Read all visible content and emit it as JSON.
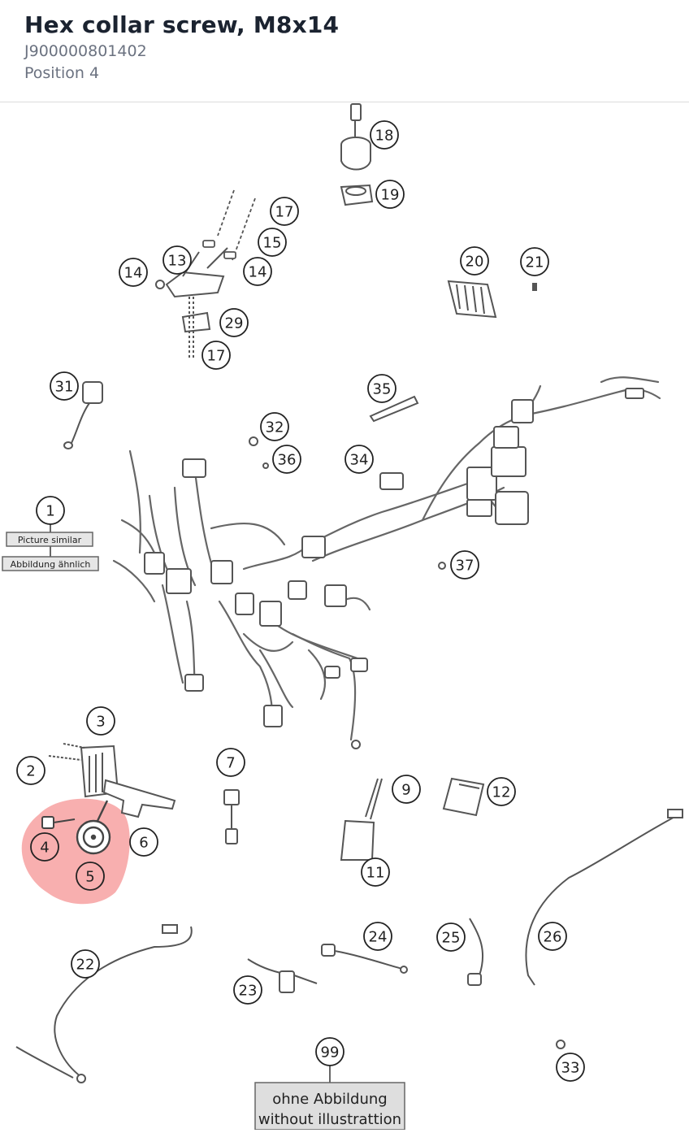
{
  "part": {
    "title": "Hex collar screw, M8x14",
    "number": "J900000801402",
    "position": "Position 4"
  },
  "diagram": {
    "callouts": [
      "1",
      "2",
      "3",
      "4",
      "5",
      "6",
      "7",
      "9",
      "11",
      "12",
      "13",
      "14",
      "14",
      "15",
      "17",
      "17",
      "18",
      "19",
      "20",
      "21",
      "22",
      "23",
      "24",
      "25",
      "26",
      "29",
      "31",
      "32",
      "33",
      "34",
      "35",
      "36",
      "37",
      "99"
    ],
    "note_similar_en": "Picture similar",
    "note_similar_de": "Abbildung ähnlich",
    "note_without_de": "ohne Abbildung",
    "note_without_en": "without illustrattion",
    "highlight_color": "#f26d6d"
  }
}
